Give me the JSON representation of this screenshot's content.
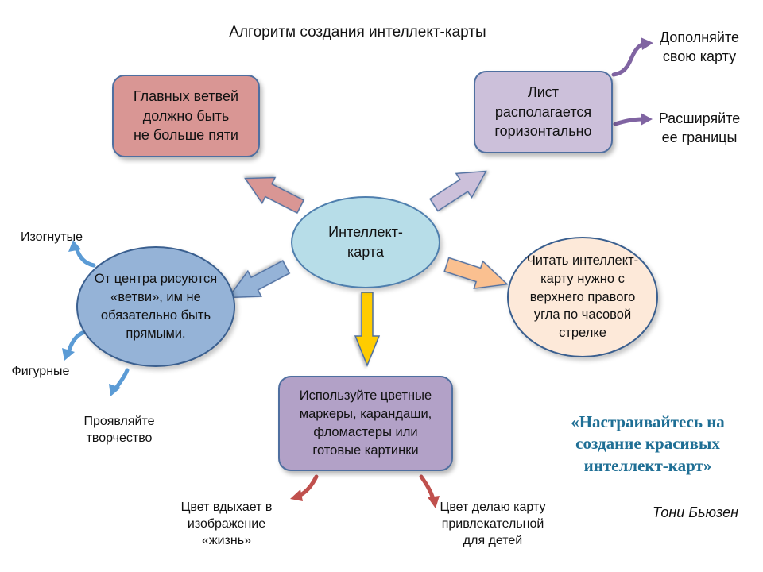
{
  "title": "Алгоритм создания интеллект-карты",
  "center": "Интеллект-\nкарта",
  "nodes": {
    "branches": "Главных ветвей\nдолжно быть\nне больше пяти",
    "sheet": "Лист\nрасполагается\nгоризонтально",
    "draw": "От центра рисуются\n«ветви», им не\nобязательно быть\nпрямыми.",
    "read": "Читать интеллект-\nкарту нужно с\nверхнего правого\nугла по часовой\nстрелке",
    "color": "Используйте цветные\nмаркеры, карандаши,\nфломастеры или\nготовые картинки"
  },
  "labels": {
    "supplement": "Дополняйте\nсвою карту",
    "expand": "Расширяйте\nее границы",
    "curved": "Изогнутые",
    "figured": "Фигурные",
    "creative": "Проявляйте\nтворчество",
    "life": "Цвет вдыхает в\nизображение\n«жизнь»",
    "kids": "Цвет делаю карту\nпривлекательной\nдля детей"
  },
  "quote": "«Настраивайтесь на\nсоздание красивых\nинтеллект-карт»",
  "author": "Тони Бьюзен",
  "colors": {
    "center_fill": "#b7dde8",
    "center_border": "#4f7fae",
    "branches_fill": "#d99694",
    "branches_border": "#4f6fa0",
    "sheet_fill": "#ccc0da",
    "sheet_border": "#4f6fa0",
    "draw_fill": "#95b3d7",
    "draw_border": "#3a5f8f",
    "read_fill": "#fde9d9",
    "read_border": "#3a5f8f",
    "color_fill": "#b2a1c7",
    "color_border": "#4f6fa0",
    "arrow_red": "#d99694",
    "arrow_lilac": "#ccc0da",
    "arrow_blue": "#95b3d7",
    "arrow_peach": "#fac090",
    "arrow_yellow": "#ffcc00",
    "curve_purple": "#8064a2",
    "curve_blue": "#5b9bd5",
    "curve_red": "#c0504d",
    "quote": "#1f6f95"
  }
}
